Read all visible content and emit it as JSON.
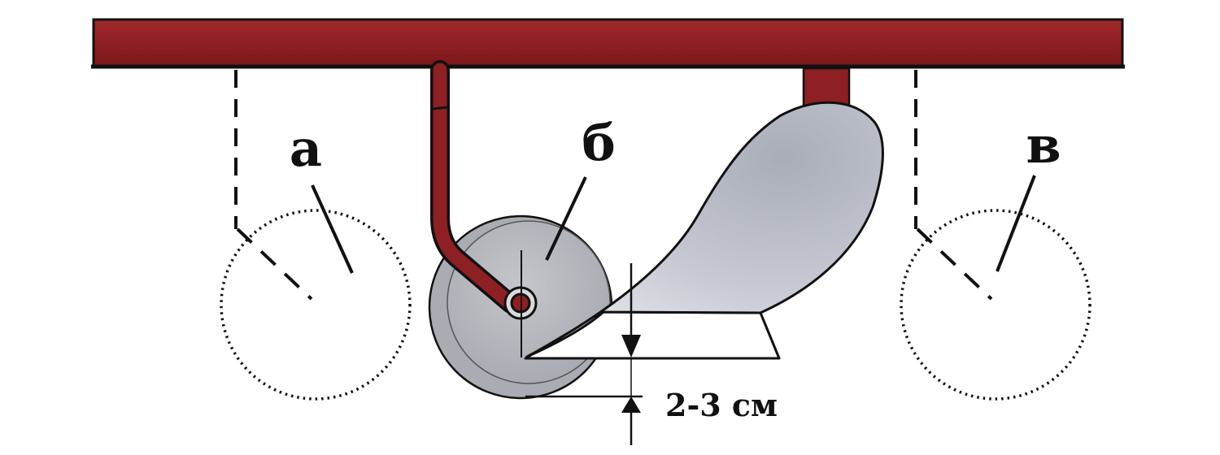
{
  "labels": {
    "position_a": "а",
    "position_b": "б",
    "position_c": "в",
    "gap_dimension": "2-3 см"
  },
  "colors": {
    "frame": "#8e1f22",
    "frame_dark": "#6e1518",
    "coulter_disc": "#b4b6bc",
    "plough_body": "#c9ccd4",
    "outline": "#111111"
  }
}
